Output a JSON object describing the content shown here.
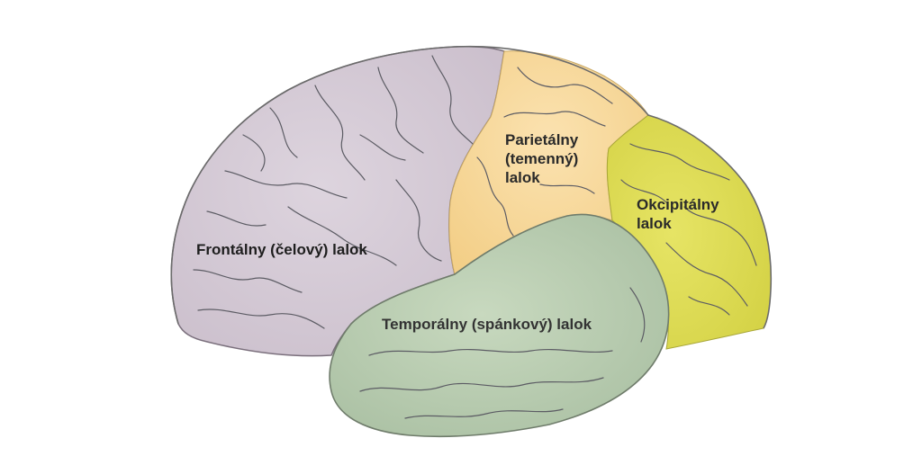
{
  "labels": {
    "frontal": "Frontálny (čelový) lalok",
    "parietal": [
      "Parietálny",
      "(temenný)",
      "lalok"
    ],
    "occipital": [
      "Okcipitálny",
      "lalok"
    ],
    "temporal": "Temporálny (spánkový) lalok"
  },
  "colors": {
    "background": "#ffffff",
    "frontal_lobe": "#d9cfd9",
    "parietal_lobe": "#f7d79a",
    "occipital_lobe": "#dcdb52",
    "temporal_lobe": "#bccfb4",
    "outline": "#6b6b6b",
    "sulci": "#5c5c64",
    "label_text": "#2a2a2a"
  }
}
